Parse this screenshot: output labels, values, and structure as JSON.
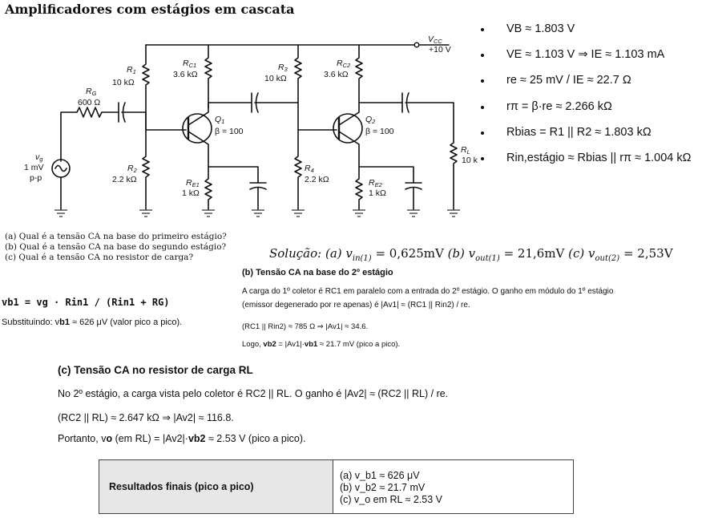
{
  "title": "Amplificadores com estágios em cascata",
  "circuit": {
    "vcc_label": "V",
    "vcc_sub": "CC",
    "vcc_value": "+10 V",
    "rg_label": "R",
    "rg_sub": "G",
    "rg_value": "600 Ω",
    "vg_label": "v",
    "vg_sub": "g",
    "vg_value": "1 mV",
    "vg_unit": "p-p",
    "r1_label": "R",
    "r1_sub": "1",
    "r1_value": "10 kΩ",
    "r2_label": "R",
    "r2_sub": "2",
    "r2_value": "2.2 kΩ",
    "rc1_label": "R",
    "rc1_sub": "C1",
    "rc1_value": "3.6 kΩ",
    "re1_label": "R",
    "re1_sub": "E1",
    "re1_value": "1 kΩ",
    "q1_label": "Q",
    "q1_sub": "1",
    "q1_beta": "β = 100",
    "r3_label": "R",
    "r3_sub": "3",
    "r3_value": "10 kΩ",
    "r4_label": "R",
    "r4_sub": "4",
    "r4_value": "2.2 kΩ",
    "rc2_label": "R",
    "rc2_sub": "C2",
    "rc2_value": "3.6 kΩ",
    "re2_label": "R",
    "re2_sub": "E2",
    "re2_value": "1 kΩ",
    "q2_label": "Q",
    "q2_sub": "2",
    "q2_beta": "β = 100",
    "rl_label": "R",
    "rl_sub": "L",
    "rl_value": "10 k"
  },
  "bullets": [
    "VB ≈ 1.803 V",
    "VE ≈ 1.103 V ⇒ IE ≈ 1.103 mA",
    "re ≈ 25 mV / IE ≈ 22.7 Ω",
    "rπ = β·re ≈ 2.266 kΩ",
    "Rbias = R1 || R2 ≈ 1.803 kΩ",
    "Rin,estágio ≈ Rbias || rπ ≈ 1.004 kΩ"
  ],
  "questions": [
    "(a) Qual é a tensão CA na base do primeiro estágio?",
    "(b) Qual é a tensão CA na base do segundo estágio?",
    "(c) Qual é a tensão CA no resistor de carga?"
  ],
  "solucao": {
    "label": "Solução:",
    "a": "(a) v",
    "a_sub": "in(1)",
    "a_val": "= 0,625mV",
    "b": "(b) v",
    "b_sub": "out(1)",
    "b_val": "= 21,6mV",
    "c": "(c) v",
    "c_sub": "out(2)",
    "c_val": "= 2,53V"
  },
  "formula": "vb1 = vg · Rin1 / (Rin1 + RG)",
  "subst": {
    "pre": "Substituindo: v",
    "bold": "b1",
    "post": " ≈ 626 μV (valor pico a pico)."
  },
  "section_b": {
    "title": "(b) Tensão CA na base do 2º estágio",
    "p1": "A carga do 1º coletor é RC1 em paralelo com a entrada do 2º estágio. O ganho em módulo do 1º estágio",
    "p2": "(emissor degenerado por re apenas) é |Av1| ≈ (RC1 || Rin2) / re.",
    "p3": "(RC1 || Rin2) ≈ 785 Ω ⇒ |Av1| ≈ 34.6.",
    "p4_pre": "Logo, ",
    "p4_b1": "vb2",
    "p4_mid": " = |Av1|·",
    "p4_b2": "vb1",
    "p4_post": " ≈ 21.7 mV (pico a pico)."
  },
  "section_c": {
    "title": "(c) Tensão CA no resistor de carga RL",
    "p1": "No 2º estágio, a carga vista pelo coletor é RC2 || RL. O ganho é |Av2| ≈ (RC2 || RL) / re.",
    "p2": "(RC2 || RL) ≈ 2.647 kΩ ⇒ |Av2| ≈ 116.8.",
    "p3_pre": "Portanto, v",
    "p3_b1": "o",
    "p3_mid": " (em RL) = |Av2|·",
    "p3_b2": "vb2",
    "p3_post": " ≈ 2.53 V (pico a pico)."
  },
  "results": {
    "label": "Resultados finais (pico a pico)",
    "lines": [
      "(a) v_b1 ≈ 626 μV",
      "(b) v_b2 ≈ 21.7 mV",
      "(c) v_o em RL ≈ 2.53 V"
    ]
  }
}
